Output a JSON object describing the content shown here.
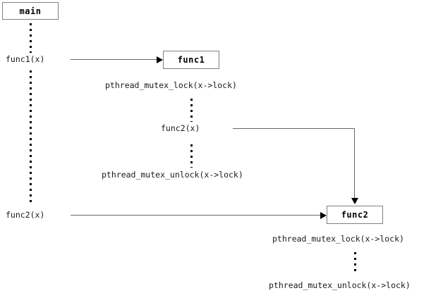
{
  "diagram": {
    "title": "main",
    "nodes": [
      {
        "id": "main",
        "label": "main"
      },
      {
        "id": "func1",
        "label": "func1"
      },
      {
        "id": "func2",
        "label": "func2"
      }
    ],
    "main_thread": {
      "call_func1": "func1(x)",
      "call_func2": "func2(x)"
    },
    "func1_body": {
      "lock": "pthread_mutex_lock(x->lock)",
      "call_func2": "func2(x)",
      "unlock": "pthread_mutex_unlock(x->lock)"
    },
    "func2_body": {
      "lock": "pthread_mutex_lock(x->lock)",
      "unlock": "pthread_mutex_unlock(x->lock)"
    },
    "edges": [
      {
        "from": "main.func1(x)",
        "to": "func1",
        "style": "solid-arrow"
      },
      {
        "from": "func1.func2(x)",
        "to": "func2",
        "style": "elbow-arrow"
      },
      {
        "from": "main.func2(x)",
        "to": "func2",
        "style": "solid-arrow"
      }
    ],
    "colors": {
      "box_border": "#808080",
      "line": "#666666",
      "arrow_head": "#000000",
      "text": "#1a1a1a",
      "background": "#ffffff"
    }
  }
}
